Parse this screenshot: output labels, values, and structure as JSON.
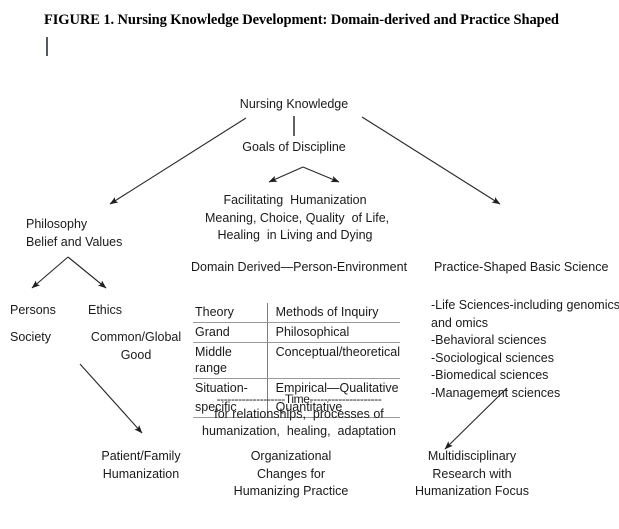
{
  "figure": {
    "title": "FIGURE 1. Nursing Knowledge Development: Domain-derived and Practice Shaped"
  },
  "nodes": {
    "root": "Nursing Knowledge",
    "goals": "Goals of Discipline",
    "facilitating": "Facilitating  Humanization\nMeaning, Choice, Quality  of Life,\nHealing  in Living and Dying",
    "philosophy": "Philosophy\nBelief and Values",
    "persons": "Persons",
    "society": "Society",
    "ethics": "Ethics",
    "common_global_good": "Common/Global\nGood",
    "domain_derived_heading": "Domain Derived—Person-Environment",
    "practice_shaped_heading": "Practice-Shaped Basic Science"
  },
  "theory_table": {
    "header": [
      "Theory",
      "Methods of Inquiry"
    ],
    "rows": [
      [
        "Grand",
        "Philosophical"
      ],
      [
        "Middle  range",
        "Conceptual/theoretical"
      ],
      [
        "Situation-",
        "Empirical—Qualitative"
      ],
      [
        "specific",
        "Quantitative"
      ]
    ]
  },
  "time": {
    "line": "-------------------Time--------------------",
    "caption": "for relationships,  processes of\nhumanization,  healing,  adaptation"
  },
  "science_list": [
    "-Life Sciences-including  genomics",
    "and omics",
    "-Behavioral  sciences",
    "-Sociological  sciences",
    "-Biomedical  sciences",
    "-Management  sciences"
  ],
  "outcomes": {
    "left": "Patient/Family\nHumanization",
    "center": "Organizational\nChanges for\nHumanizing Practice",
    "right": "Multidisciplinary\nResearch with\nHumanization Focus"
  },
  "colors": {
    "ink": "#1a1a1a",
    "rule": "#9a9a9a",
    "connector": "#2b2b2b",
    "background": "#ffffff"
  }
}
